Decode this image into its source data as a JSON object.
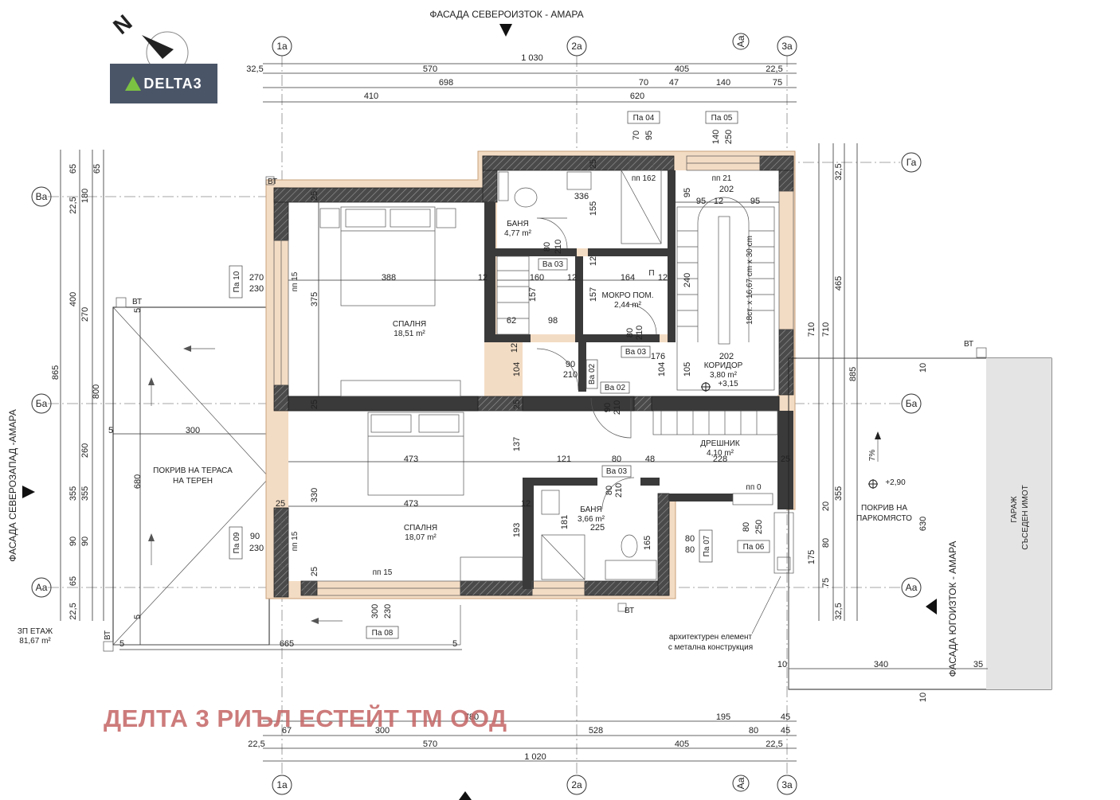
{
  "titles": {
    "facade_top": "ФАСАДА СЕВЕРОИЗТОК - АМАРА",
    "facade_left": "ФАСАДА СЕВЕРОЗАПАД -АМАРА",
    "facade_right": "ФАСАДА ЮГОИЗТОК - АМАРА"
  },
  "north": "N",
  "brand": "DELTA3",
  "watermark": "ДЕЛТА 3 РИЪЛ ЕСТЕЙТ ТМ ООД",
  "axes": {
    "top": [
      "1а",
      "2а",
      "3а"
    ],
    "bottom": [
      "1а",
      "2а",
      "3а"
    ],
    "side_A": "Аа",
    "left": [
      "Ва",
      "Ба",
      "Аа"
    ],
    "right": [
      "Га",
      "Ба",
      "Аа"
    ]
  },
  "rooms": {
    "bedroom1": {
      "name": "СПАЛНЯ",
      "area": "18,51 m²"
    },
    "bedroom2": {
      "name": "СПАЛНЯ",
      "area": "18,07 m²"
    },
    "bath1": {
      "name": "БАНЯ",
      "area": "4,77 m²"
    },
    "bath2": {
      "name": "БАНЯ",
      "area": "3,66 m²"
    },
    "wet": {
      "name": "МОКРО ПОМ.",
      "area": "2,44 m²"
    },
    "corridor": {
      "name": "КОРИДОР",
      "area": "3,80 m²",
      "level": "+3,15"
    },
    "closet": {
      "name": "ДРЕШНИК",
      "area": "4,10 m²"
    },
    "terrace_roof": {
      "line1": "ПОКРИВ НА ТЕРАСА",
      "line2": "НА ТЕРЕН"
    },
    "parking_roof": {
      "line1": "ПОКРИВ НА",
      "line2": "ПАРКОМЯСТО",
      "level": "+2,90",
      "slope": "7%"
    },
    "garage": {
      "line1": "ГАРАЖ",
      "line2": "СЪСЕДЕН ИМОТ"
    }
  },
  "floor_area": {
    "label": "ЗП ЕТАЖ",
    "value": "81,67 m²"
  },
  "stairs_note": "18ст. х 16,67 cm х 30 cm",
  "metal_note": {
    "line1": "архитектурен елемент",
    "line2": "с метална конструкция"
  },
  "tags": {
    "pa04": "Па 04",
    "pa05": "Па 05",
    "pa10": "Па 10",
    "pa09": "Па 09",
    "pa08": "Па 08",
    "pa07": "Па 07",
    "pa06": "Па 06",
    "ba03a": "Ва 03",
    "ba03b": "Ва 03",
    "ba03c": "Ва 03",
    "ba02a": "Ва 02",
    "ba02b": "Ва 02"
  },
  "marks": {
    "bt": "ВТ",
    "pp15": "пп 15",
    "pp162": "пп 162",
    "pp21": "пп 21",
    "pp0": "пп 0",
    "p": "П"
  },
  "dims": {
    "top1": [
      "32,5",
      "570",
      "405",
      "22,5"
    ],
    "top_total": "1 030",
    "top2": [
      "698",
      "70",
      "47",
      "140",
      "75"
    ],
    "top3": [
      "410",
      "620"
    ],
    "bottom1": [
      "780",
      "195",
      "45"
    ],
    "bottom2": [
      "67",
      "300",
      "528",
      "80",
      "45"
    ],
    "bottom3": [
      "22,5",
      "570",
      "405",
      "22,5"
    ],
    "bottom_total": "1 020",
    "left_outer": [
      "865"
    ],
    "left_mid": [
      "800"
    ],
    "left1": [
      "65",
      "22,5",
      "400",
      "355",
      "90",
      "65",
      "22,5"
    ],
    "left2": [
      "65",
      "180",
      "270",
      "260",
      "355",
      "90"
    ],
    "right1": [
      "32,5",
      "465",
      "355",
      "20",
      "80",
      "75",
      "32,5"
    ],
    "right2": [
      "710",
      "710",
      "885",
      "175",
      "630"
    ],
    "interior": {
      "b1w": "388",
      "b1h": "375",
      "b1s": "25",
      "b2w": "473",
      "b2w2": "473",
      "b2h": "330",
      "b2top": "25",
      "c160": "160",
      "c12a": "12",
      "c12b": "12",
      "c12c": "12",
      "c12d": "12",
      "c157a": "157",
      "c157b": "157",
      "c62": "62",
      "c98": "98",
      "c164": "164",
      "c240": "240",
      "c104a": "104",
      "c104b": "104",
      "c105": "105",
      "c176": "176",
      "c202a": "202",
      "c202b": "202",
      "c336": "336",
      "c155": "155",
      "c95a": "95",
      "c95b": "95",
      "c95c": "95",
      "c12e": "12",
      "c137": "137",
      "c121": "121",
      "c80": "80",
      "c48": "48",
      "c228": "228",
      "c25a": "25",
      "c25b": "25",
      "c25c": "25",
      "c25d": "25",
      "c181": "181",
      "c193": "193",
      "c225": "225",
      "c165": "165",
      "c300": "300",
      "c680": "680",
      "c665": "665",
      "c340": "340",
      "c35": "35",
      "c10a": "10",
      "c10b": "10",
      "c10c": "10",
      "c5a": "5",
      "c5b": "5",
      "c5c": "5",
      "c5d": "5",
      "c5e": "5",
      "w270": "270",
      "w230a": "230",
      "w90": "90",
      "w230b": "230",
      "w300": "300",
      "w230c": "230",
      "w80": "80",
      "w80b": "80",
      "w80c": "80",
      "w250": "250",
      "w70": "70",
      "w95": "95",
      "w140": "140",
      "w250b": "250",
      "d80": "80",
      "d210": "210",
      "d80b": "80",
      "d210b": "210",
      "d90": "90",
      "d210c": "210",
      "d90b": "90",
      "d210d": "210",
      "d80c": "80",
      "d210e": "210"
    }
  },
  "colors": {
    "wall": "#3a3a3a",
    "insulation": "#e8c8a8",
    "watermark": "#c46464",
    "brand_bg": "#4a5568"
  }
}
